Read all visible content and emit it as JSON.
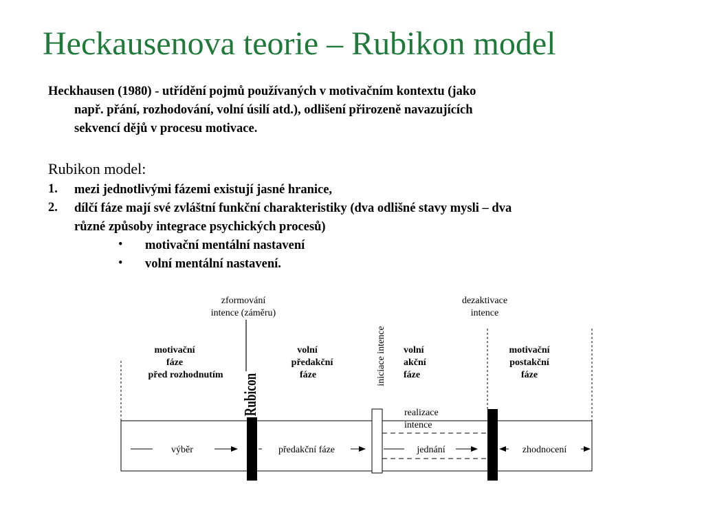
{
  "title": "Heckausenova teorie – Rubikon model",
  "intro": {
    "line1": "Heckhausen  (1980)  - utřídění pojmů používaných v motivačním kontextu (jako",
    "line2": "např. přání, rozhodování, volní úsilí atd.), odlišení přirozeně navazujících",
    "line3": "sekvencí dějů v procesu motivace."
  },
  "model_heading": "Rubikon model:",
  "points": [
    {
      "num": "1.",
      "lines": [
        "mezi jednotlivými fázemi existují jasné hranice,"
      ]
    },
    {
      "num": "2.",
      "lines": [
        "dílčí fáze mají své zvláštní funkční charakteristiky (dva odlišné stavy mysli – dva",
        "různé způsoby integrace psychických procesů)"
      ]
    }
  ],
  "bullets": [
    {
      "symbol": "•",
      "text": "motivační mentální nastavení"
    },
    {
      "symbol": "•",
      "text": "volní mentální nastavení."
    }
  ],
  "diagram": {
    "top_labels": {
      "formation": [
        "zformování",
        "intence (záměru)"
      ],
      "deactivation": [
        "dezaktivace",
        "intence"
      ]
    },
    "phases": {
      "motivational_pre": [
        "motivační",
        "fáze",
        "před rozhodnutím"
      ],
      "volitional_preaction": [
        "volní",
        "předakční",
        "fáze"
      ],
      "volitional_action": [
        "volní",
        "akční",
        "fáze"
      ],
      "motivational_post": [
        "motivační",
        "postakční",
        "fáze"
      ]
    },
    "initiation": "iniciace intence",
    "rubicon": "Rubicon",
    "realization": [
      "realizace",
      "intence"
    ],
    "bottom": {
      "choice": "výběr",
      "preaction": "předakční fáze",
      "action": "jednání",
      "evaluation": "zhodnocení"
    }
  }
}
